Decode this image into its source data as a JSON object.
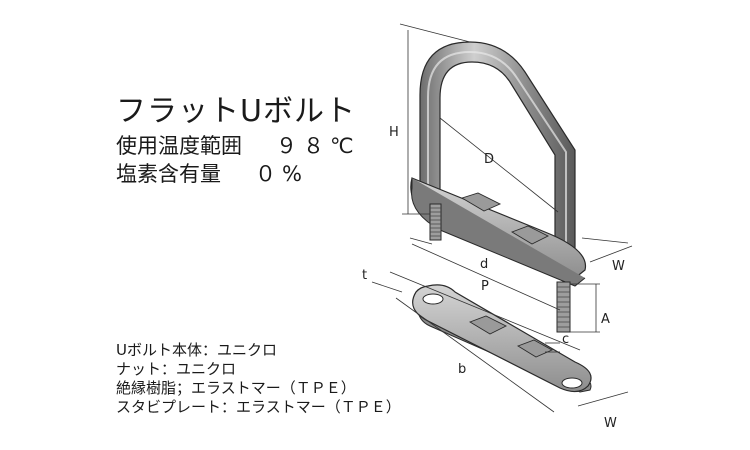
{
  "title": "フラットUボルト",
  "specs": [
    {
      "label": "使用温度範囲",
      "value": "９８℃"
    },
    {
      "label": "塩素含有量",
      "value": "０%"
    }
  ],
  "materials": [
    "Uボルト本体：ユニクロ",
    "ナット：ユニクロ",
    "絶縁樹脂；エラストマー（ＴＰＥ）",
    "スタビプレート：エラストマー（ＴＰＥ）"
  ],
  "dimensions": {
    "H": "H",
    "D": "D",
    "d": "d",
    "P": "P",
    "W_top": "W",
    "t": "t",
    "A": "A",
    "c": "c",
    "b": "b",
    "W_bottom": "W"
  }
}
